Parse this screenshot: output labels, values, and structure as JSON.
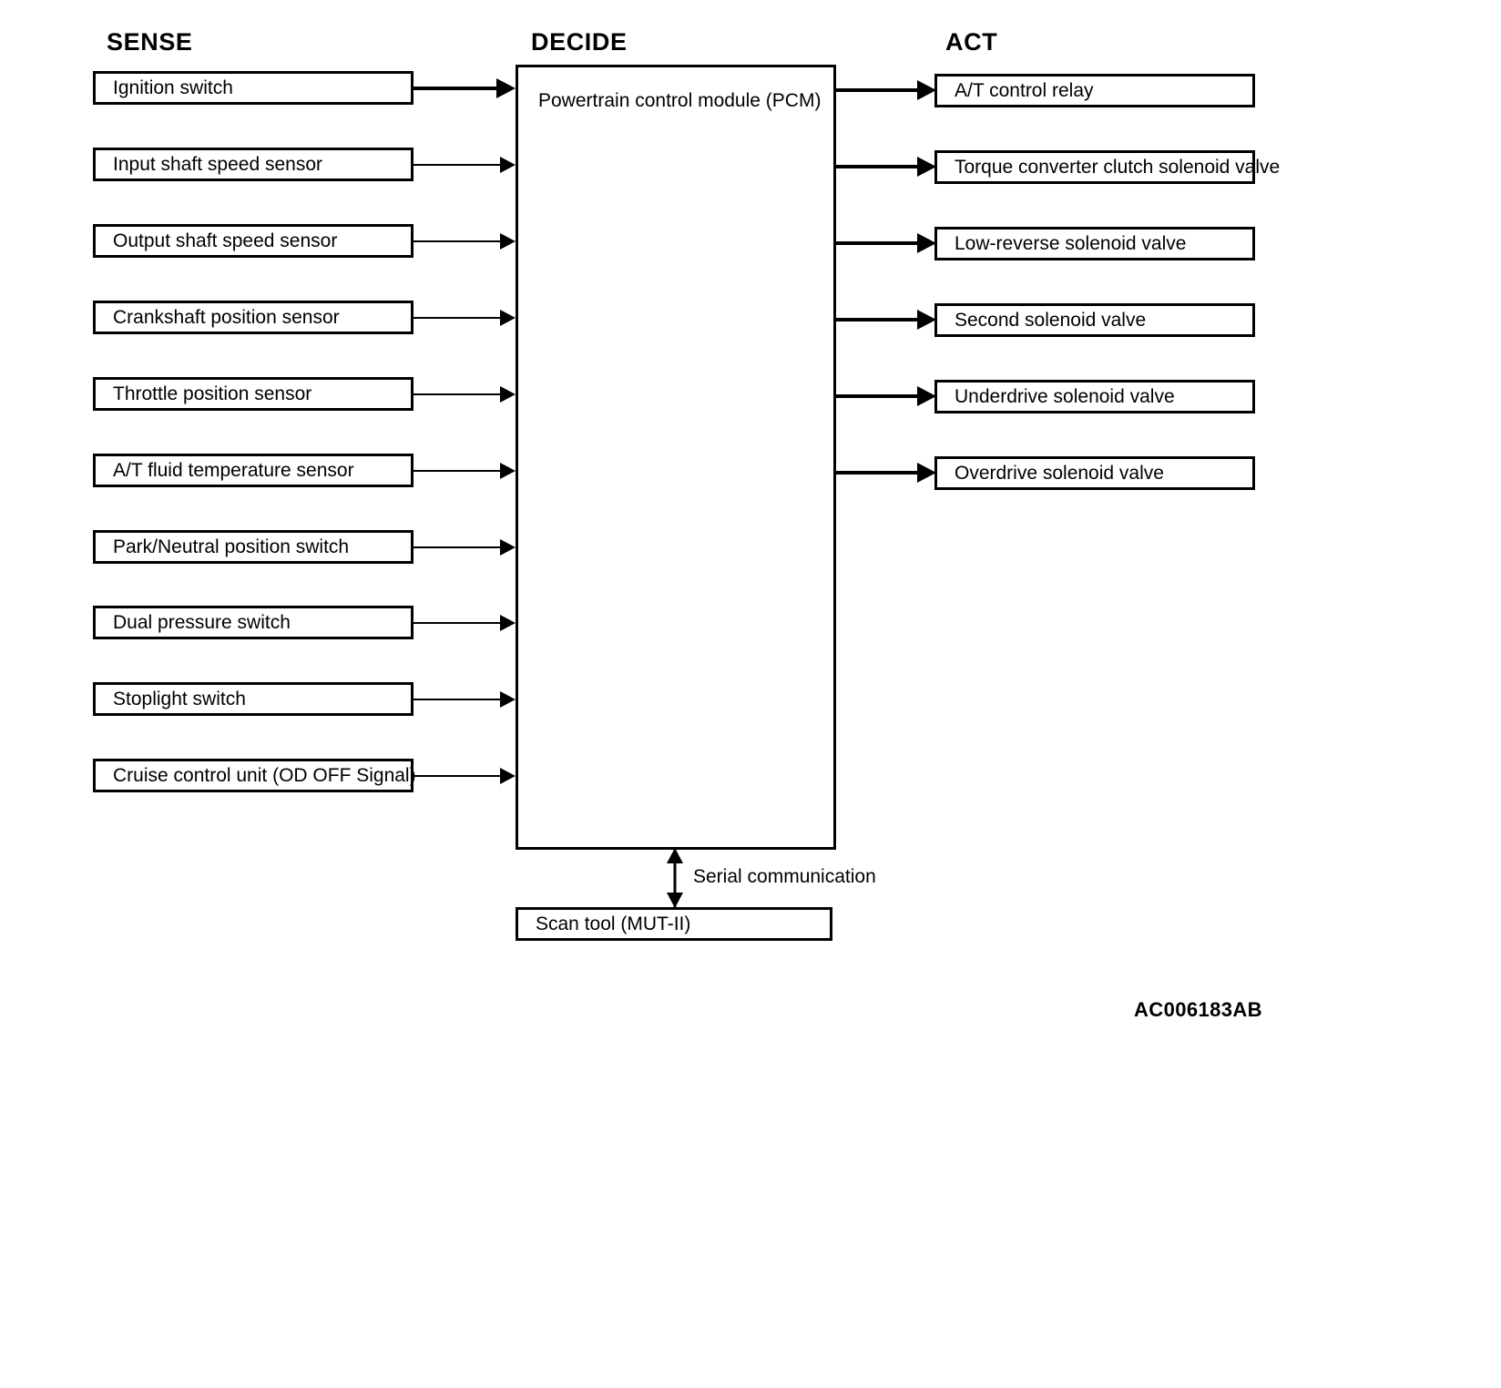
{
  "figure": {
    "code": "AC006183AB",
    "columns": [
      {
        "id": "sense",
        "label": "SENSE"
      },
      {
        "id": "decide",
        "label": "DECIDE"
      },
      {
        "id": "act",
        "label": "ACT"
      }
    ]
  },
  "sense": {
    "heading": "SENSE",
    "items": [
      {
        "label": "Ignition switch"
      },
      {
        "label": "Input shaft speed sensor"
      },
      {
        "label": "Output shaft speed sensor"
      },
      {
        "label": "Crankshaft position sensor"
      },
      {
        "label": "Throttle position sensor"
      },
      {
        "label": "A/T fluid temperature sensor"
      },
      {
        "label": "Park/Neutral position switch"
      },
      {
        "label": "Dual pressure switch"
      },
      {
        "label": "Stoplight switch"
      },
      {
        "label": "Cruise control unit (OD OFF Signal)"
      }
    ]
  },
  "decide": {
    "heading": "DECIDE",
    "controller": {
      "label": "Powertrain control module (PCM)"
    },
    "scan_tool": {
      "label": "Scan tool (MUT-II)"
    },
    "link_label": "Serial communication"
  },
  "act": {
    "heading": "ACT",
    "items": [
      {
        "label": "A/T control relay"
      },
      {
        "label": "Torque converter clutch solenoid valve"
      },
      {
        "label": "Low-reverse solenoid valve"
      },
      {
        "label": "Second solenoid valve"
      },
      {
        "label": "Underdrive solenoid valve"
      },
      {
        "label": "Overdrive solenoid valve"
      }
    ]
  },
  "colors": {
    "line": "#000000",
    "background": "#ffffff",
    "text": "#000000"
  }
}
